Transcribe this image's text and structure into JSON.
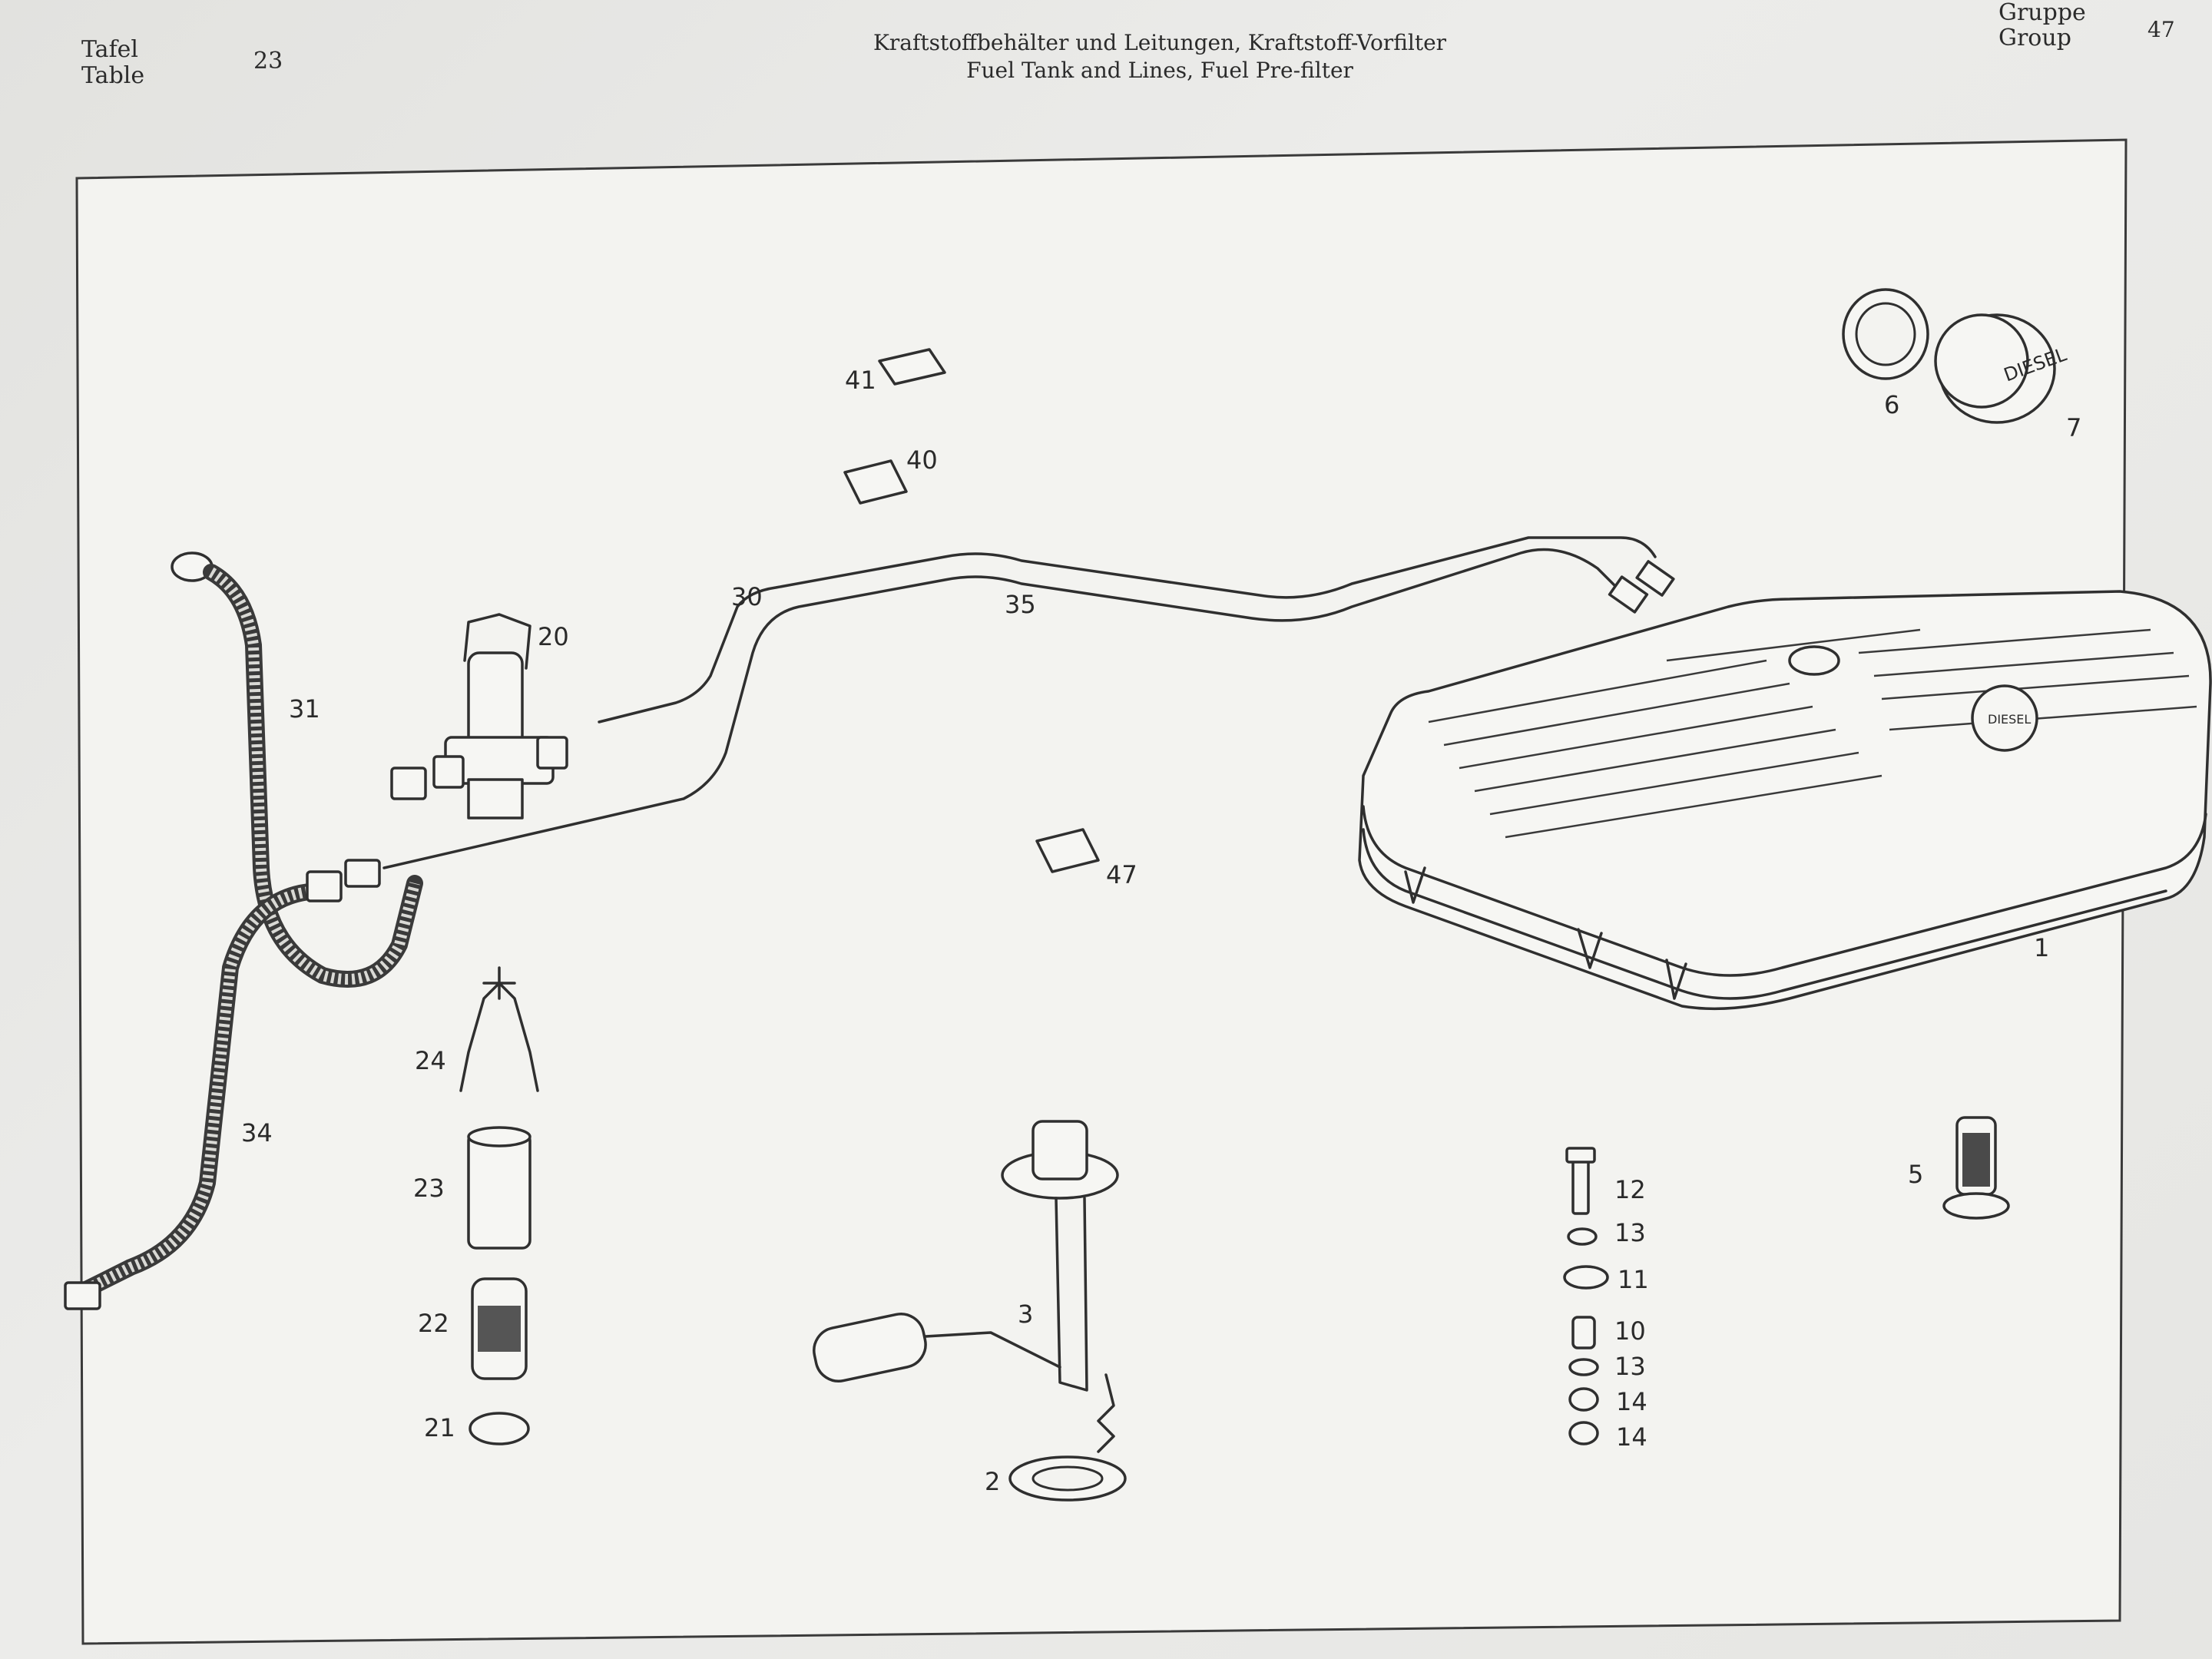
{
  "header": {
    "tafel_de": "Tafel",
    "tafel_en": "Table",
    "table_number": "23",
    "title_de": "Kraftstoffbehälter und Leitungen, Kraftstoff-Vorfilter",
    "title_en": "Fuel Tank and Lines, Fuel Pre-filter",
    "group_de": "Gruppe",
    "group_en": "Group",
    "group_number": "47"
  },
  "callouts": {
    "c1": "1",
    "c2": "2",
    "c3": "3",
    "c5": "5",
    "c6": "6",
    "c7": "7",
    "c10": "10",
    "c11": "11",
    "c12": "12",
    "c13a": "13",
    "c13b": "13",
    "c14a": "14",
    "c14b": "14",
    "c20": "20",
    "c21": "21",
    "c22": "22",
    "c23": "23",
    "c24": "24",
    "c30": "30",
    "c31": "31",
    "c34": "34",
    "c35": "35",
    "c40": "40",
    "c41": "41",
    "c47": "47"
  },
  "stamps": {
    "cap_large": "DIESEL",
    "cap_tank": "DIESEL"
  }
}
